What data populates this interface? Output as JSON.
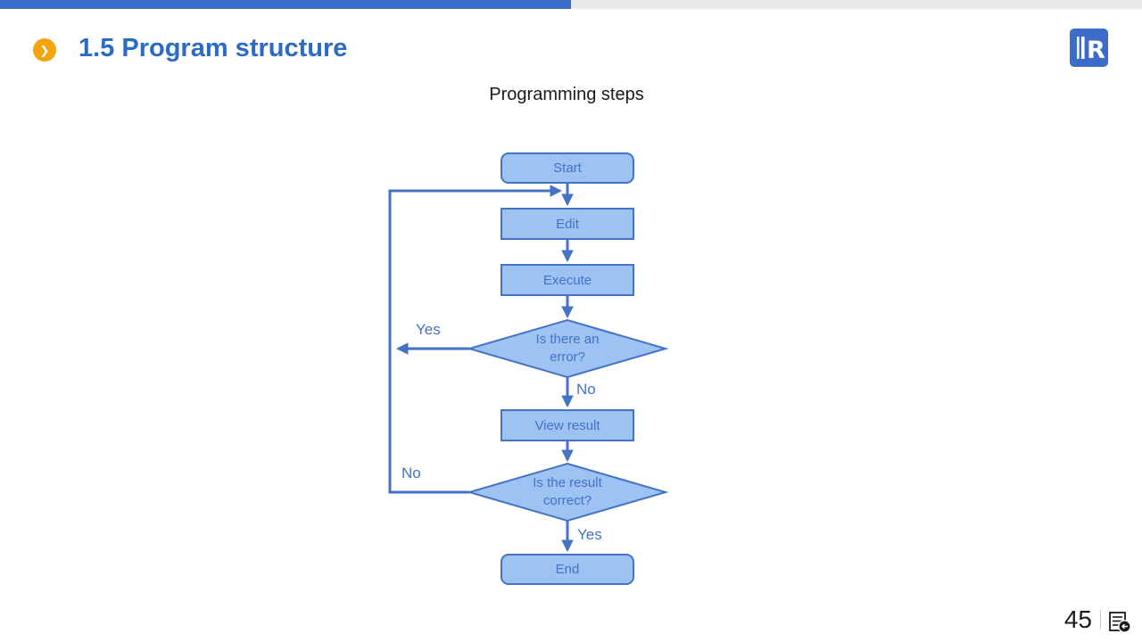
{
  "header": {
    "title": "1.5 Program structure",
    "bullet_glyph": "❯",
    "bullet_icon": "chevron-right-circle-icon",
    "logo_text": "R",
    "logo_icon": "publisher-logo-icon"
  },
  "slide": {
    "subtitle": "Programming steps"
  },
  "flowchart": {
    "nodes": {
      "start": {
        "label": "Start",
        "type": "terminator"
      },
      "edit": {
        "label": "Edit",
        "type": "process"
      },
      "execute": {
        "label": "Execute",
        "type": "process"
      },
      "decision_error": {
        "line1": "Is there an",
        "line2": "error?",
        "type": "decision"
      },
      "view_result": {
        "label": "View result",
        "type": "process"
      },
      "decision_correct": {
        "line1": "Is the result",
        "line2": "correct?",
        "type": "decision"
      },
      "end": {
        "label": "End",
        "type": "terminator"
      }
    },
    "edge_labels": {
      "error_yes": "Yes",
      "error_no": "No",
      "correct_no": "No",
      "correct_yes": "Yes"
    }
  },
  "footer": {
    "page_number": "45",
    "nav_icon": "toc-return-icon"
  },
  "colors": {
    "topbar_blue": "#3B6CC7",
    "topbar_gray": "#E9E9E9",
    "title_blue": "#2B6BC4",
    "bullet_orange": "#F2A50C",
    "node_fill": "#9DC3F3",
    "node_stroke": "#4472C4",
    "edge_label_blue": "#4472C4"
  }
}
